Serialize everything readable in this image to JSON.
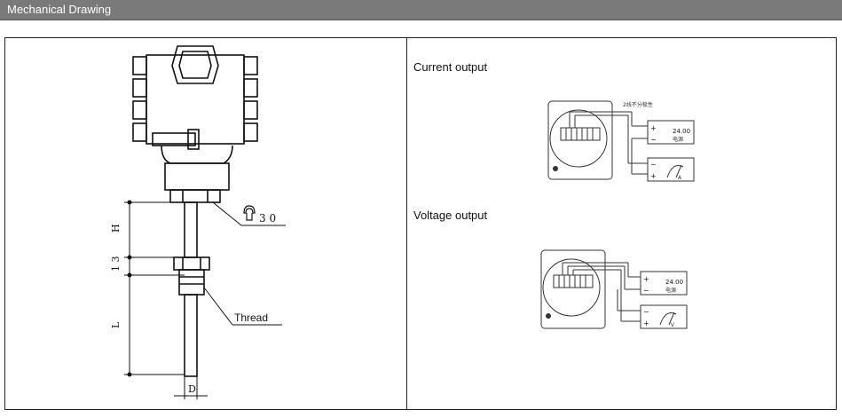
{
  "header": {
    "title": "Mechanical Drawing"
  },
  "left_panel": {
    "wrench_size": "3 0",
    "dim_h": "H",
    "dim_13": "1 3",
    "dim_l": "L",
    "dim_d": "D",
    "thread_label": "Thread"
  },
  "right_panel": {
    "current_label": "Current output",
    "voltage_label": "Voltage output",
    "display_value_1": "24.00",
    "display_value_2": "24.00",
    "supply_label_1": "电源",
    "supply_label_2": "电源",
    "cable_note": "2线不分极性",
    "meter_symbol_1": "A",
    "meter_symbol_2": "V"
  }
}
